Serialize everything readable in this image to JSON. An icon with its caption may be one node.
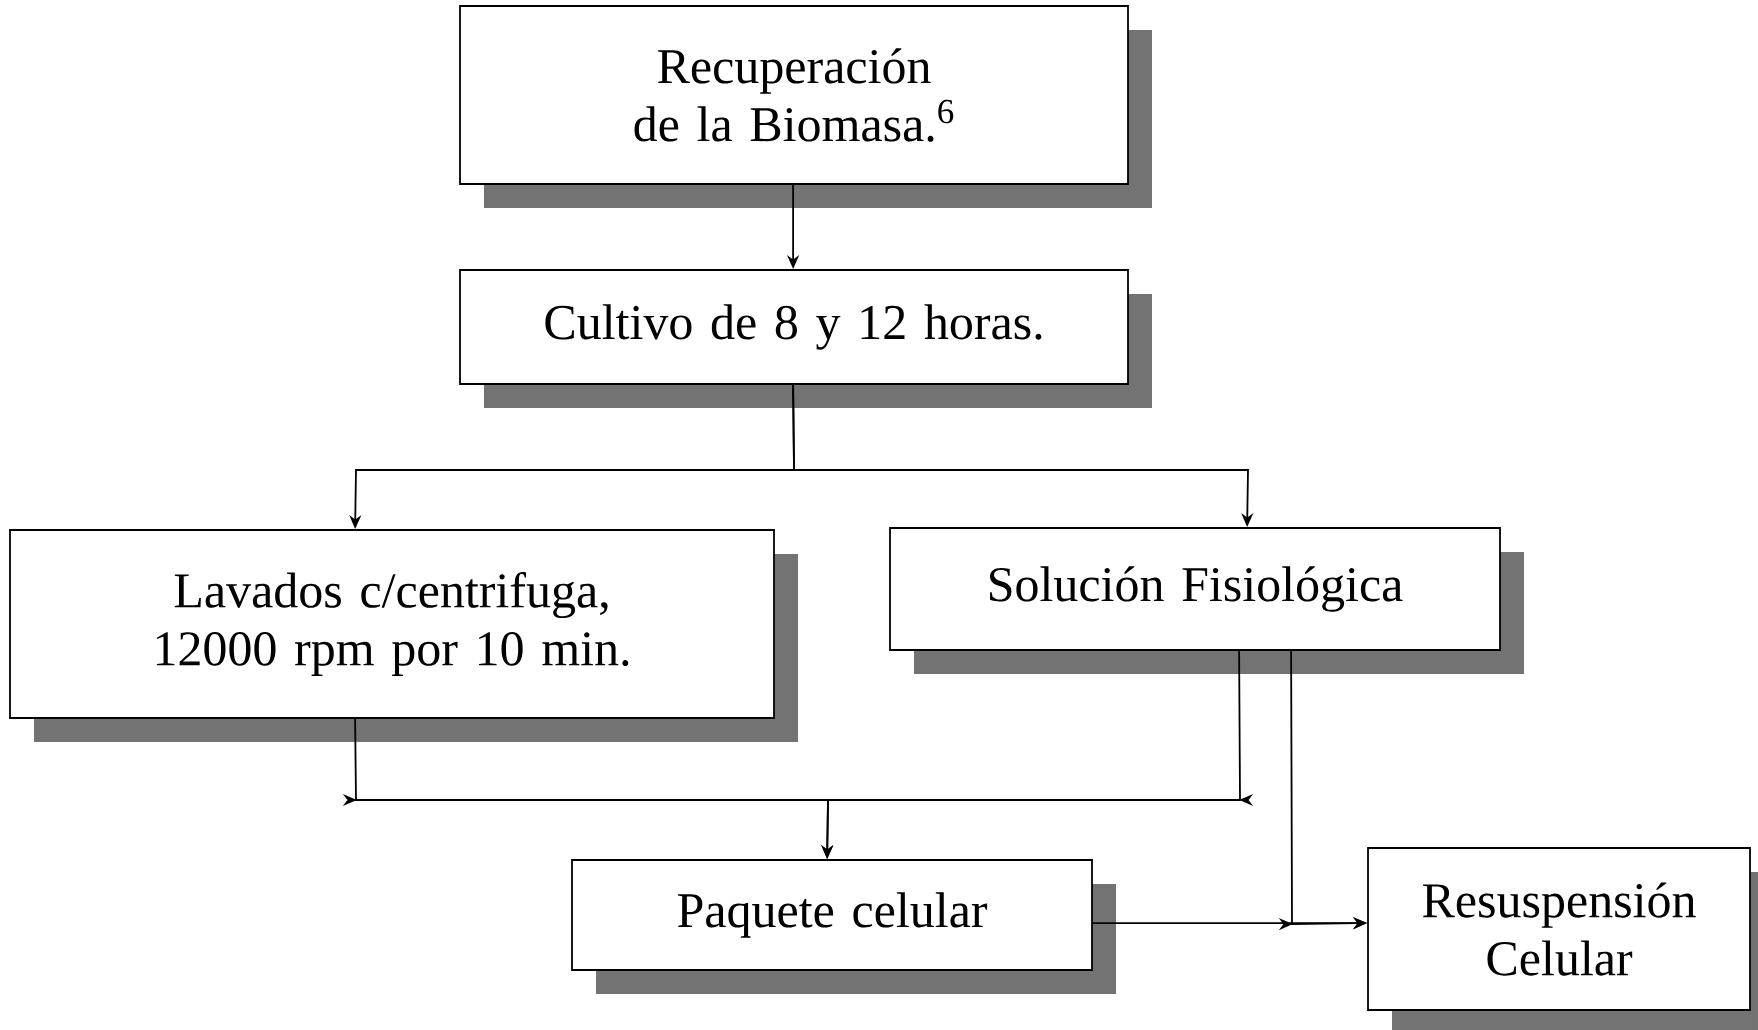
{
  "diagram": {
    "nodes": [
      {
        "text": [
          "Recuperación de la Biomasa.$^{6}$"
        ]
      },
      {
        "text": [
          "Cultivo de 8 y 12 horas."
        ]
      },
      {
        "text": [
          "Lavados c/centrifuga, 12000 rpm por 10 min."
        ]
      },
      {
        "text": [
          "Solución Fisiológica"
        ]
      },
      {
        "text": [
          "Paquete celular"
        ]
      },
      {
        "text": [
          "Resuspensión Celular"
        ]
      }
    ],
    "edges": [
      {
        "from": 0,
        "to": 1,
        "arrow": "to"
      },
      {
        "from": 1,
        "to": 2,
        "arrow": "to"
      },
      {
        "from": 1,
        "to": 3,
        "arrow": "to"
      },
      {
        "from": 2,
        "to": 4,
        "arrow": "to"
      },
      {
        "from": 3,
        "to": 4,
        "arrow": "to"
      },
      {
        "from": 3,
        "to": 5,
        "arrow": "to"
      },
      {
        "from": 4,
        "to": 5,
        "arrow": "to"
      }
    ]
  }
}
